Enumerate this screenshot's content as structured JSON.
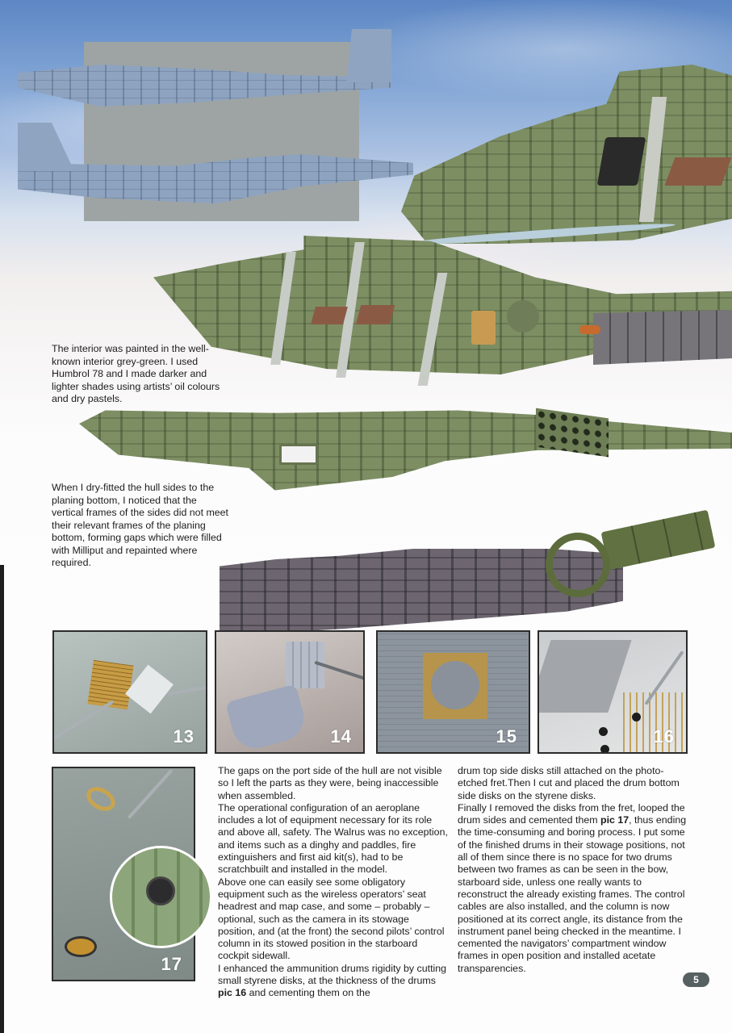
{
  "page": {
    "number": "5",
    "accent_color": "#566060",
    "background": "#fdfdfd"
  },
  "captions": {
    "interior": "The interior was painted in the well-known interior grey-green. I used Humbrol 78 and I made darker and lighter shades using artists’ oil colours and dry pastels.",
    "dry_fit": "When I dry-fitted the hull sides to the planing bottom, I noticed that the vertical frames of the sides did not meet their relevant frames of the planing bottom, forming gaps which were filled with Milliput  and repainted where required."
  },
  "images": {
    "hull_halves_blue": "unpainted hull halves (blue-grey) on grey card",
    "cockpit_detail": "painted cockpit interior close-up",
    "assembled_hull_side": "painted hull side with interior detail",
    "green_hull_side": "opposite hull side painted grey-green",
    "planing_bottom": "planing bottom part"
  },
  "photos": [
    {
      "id": "pic-13",
      "label": "13"
    },
    {
      "id": "pic-14",
      "label": "14"
    },
    {
      "id": "pic-15",
      "label": "15"
    },
    {
      "id": "pic-16",
      "label": "16"
    },
    {
      "id": "pic-17",
      "label": "17"
    }
  ],
  "body": {
    "col2": [
      "The gaps on the port side of the hull are not visible so I left the parts as they were, being inaccessible when assembled.",
      "The operational configuration of an aeroplane includes a lot of equipment necessary for its role and above all, safety. The Walrus was no exception, and items such as a dinghy and paddles, fire extinguishers and first aid kit(s), had to be scratchbuilt and installed in the model.",
      "Above one can easily see some obligatory equipment such as the wireless operators’ seat headrest and map case, and some – probably – optional, such as the camera in its stowage position, and (at the front) the second pilots’ control column in its stowed position in the starboard cockpit sidewall.",
      {
        "before": "I enhanced the ammunition drums rigidity by cutting small styrene disks, at the thickness of the drums ",
        "bold": "pic 16",
        "after": " and cementing them on the"
      }
    ],
    "col3": [
      "drum top side disks still attached on the photo-etched fret.Then I cut and placed the drum bottom side disks on the styrene disks.",
      {
        "before": "Finally I removed the disks from the fret, looped the drum sides and cemented them ",
        "bold": "pic 17",
        "after": ", thus ending the time-consuming  and boring process. I put some of the finished drums in their stowage positions, not all of them since there is no space for two drums between two frames as can be seen in the bow, starboard side, unless one really wants to reconstruct the already existing frames. The control cables are also installed, and the column is now positioned at its correct angle, its distance from the instrument panel being checked in the meantime. I cemented the navigators’ compartment window frames in open position and installed acetate transparencies."
      }
    ]
  }
}
